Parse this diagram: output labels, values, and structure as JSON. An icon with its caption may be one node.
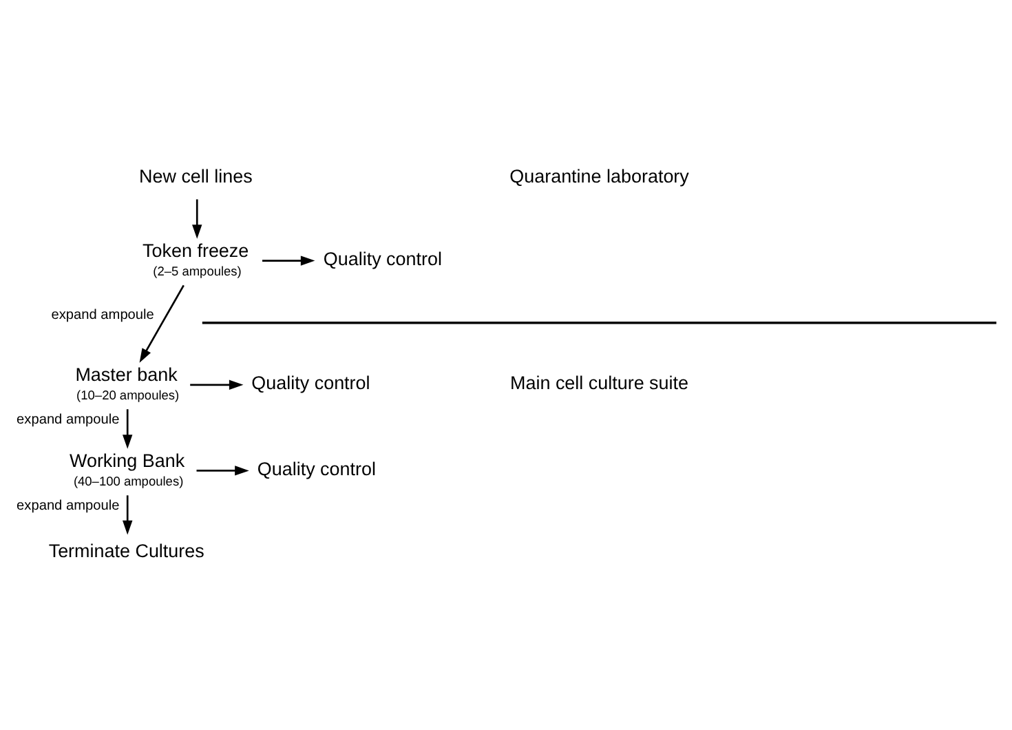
{
  "diagram": {
    "nodes": [
      {
        "text": [
          "New cell lines"
        ]
      },
      {
        "text": [
          "Token freeze"
        ],
        "beside": [
          "(2–5 ampoules)"
        ]
      },
      {
        "text": [
          "Quality control"
        ]
      },
      {
        "text": [
          "Master bank"
        ],
        "beside": [
          "(10–20 ampoules)"
        ]
      },
      {
        "text": [
          "Quality control"
        ]
      },
      {
        "text": [
          "Working Bank"
        ],
        "beside": [
          "(40–100 ampoules)"
        ]
      },
      {
        "text": [
          "Quality control"
        ]
      },
      {
        "text": [
          "Terminate Cultures"
        ]
      }
    ],
    "edges": [
      {
        "from": 0,
        "to": 1,
        "arrow": "to"
      },
      {
        "from": 1,
        "to": 2,
        "arrow": "to"
      },
      {
        "from": 1,
        "to": 3,
        "arrow": "to",
        "label": "expand ampoule"
      },
      {
        "from": 3,
        "to": 4,
        "arrow": "to"
      },
      {
        "from": 3,
        "to": 5,
        "arrow": "to",
        "label": "expand ampoule"
      },
      {
        "from": 5,
        "to": 6,
        "arrow": "to"
      },
      {
        "from": 5,
        "to": 7,
        "arrow": "to",
        "label": "expand ampoule"
      }
    ],
    "labels": [
      "Quarantine laboratory",
      "Main cell culture suite"
    ]
  }
}
